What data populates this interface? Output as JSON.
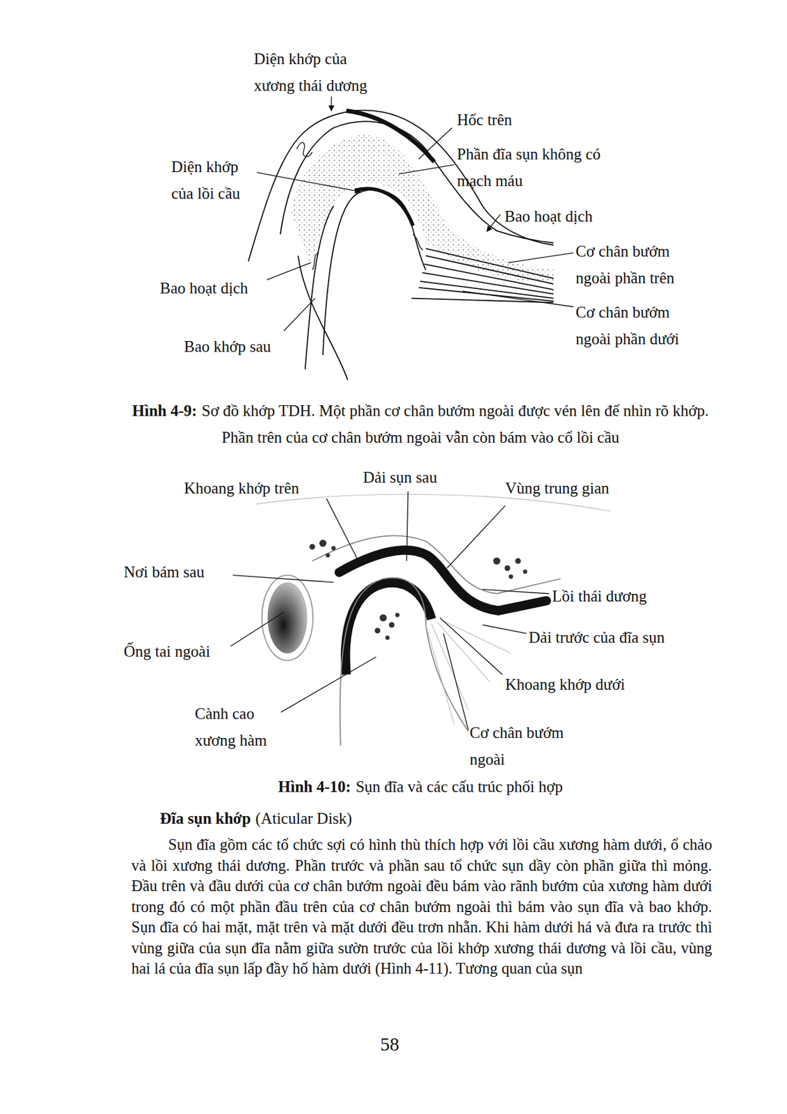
{
  "diagram": {
    "labels": [
      "Diện khớp của xương thái dương",
      "Hốc trên",
      "Diện khớp của lồi cầu",
      "Phần đĩa sụn không có mạch máu",
      "Bao hoạt dịch",
      "Cơ chân bướm ngoài phần trên",
      "Bao hoạt dịch",
      "Cơ chân bướm ngoài phần dưới",
      "Bao khớp sau",
      "Hình 4-9:",
      "Sơ đồ khớp TDH. Một phần cơ chân bướm ngoài được vén lên để nhìn rõ khớp. Phần trên của cơ chân bướm ngoài vẫn còn bám vào cổ lồi cầu",
      "Khoang khớp trên",
      "Dải sụn sau",
      "Vùng trung gian",
      "Nơi bám sau",
      "Lồi thái dương",
      "Ống tai ngoài",
      "Dải trước của đĩa sụn",
      "Khoang khớp dưới",
      "Cành cao xương hàm",
      "Cơ chân bướm ngoài",
      "Hình 4-10:",
      "Sụn đĩa và các cấu trúc phối hợp",
      "Đĩa sụn khớp",
      "(Aticular Disk)",
      "Sụn đĩa gồm các tổ chức sợi có hình thù thích hợp với lồi cầu xương hàm dưới, ổ chảo và lồi xương thái dương. Phần trước và phần sau tổ chức sụn dầy còn phần giữa thì mỏng. Đầu trên và đầu dưới của cơ chân bướm ngoài đều bám vào rãnh bướm của xương hàm dưới trong đó có một phần đầu trên của cơ chân bướm ngoài thì bám vào sụn đĩa và bao khớp. Sụn đĩa có hai mặt, mặt trên và mặt dưới đều trơn nhẵn. Khi hàm dưới há và đưa ra trước thì vùng giữa của sụn đĩa nằm giữa sườn trước của lồi khớp xương thái dương và lồi cầu, vùng hai lá của đĩa sụn lấp đầy hố hàm dưới (Hình 4-11). Tương quan của sụn",
      "58"
    ]
  }
}
